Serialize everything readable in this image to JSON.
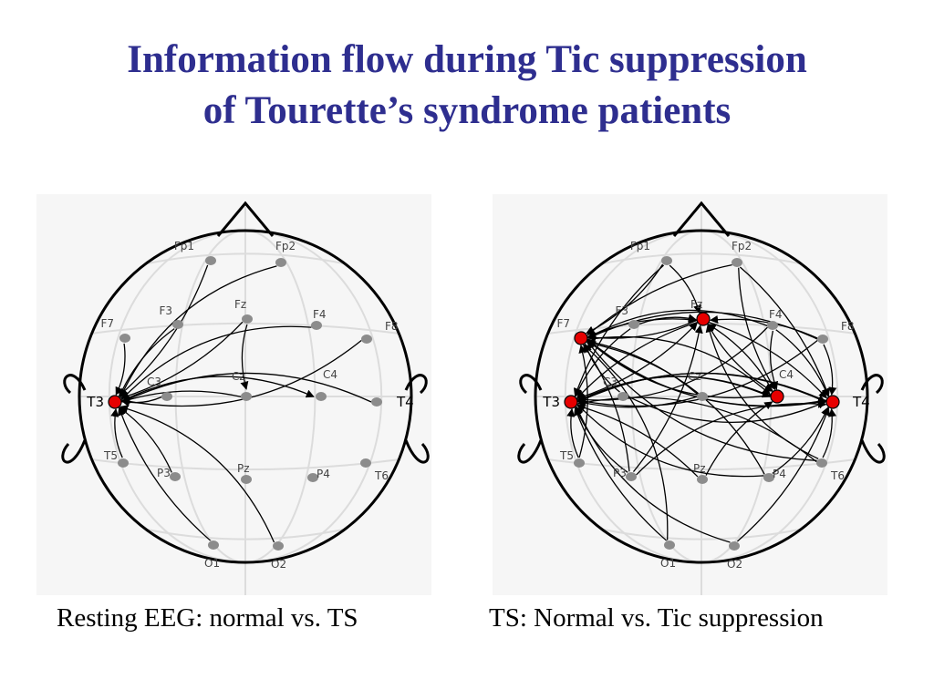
{
  "title": {
    "line1": "Information flow during Tic suppression",
    "line2": "of Tourette’s syndrome patients"
  },
  "colors": {
    "title": "#2e2e8f",
    "electrode": "#8c8c8c",
    "highlight": "#e60000",
    "arrow": "#000000",
    "grid": "#dcdcdc"
  },
  "diagrams": [
    {
      "caption": "Resting EEG: normal vs. TS",
      "electrodes": [
        {
          "label": "Fp1",
          "highlight": false
        },
        {
          "label": "Fp2",
          "highlight": false
        },
        {
          "label": "F7",
          "highlight": false
        },
        {
          "label": "F3",
          "highlight": false
        },
        {
          "label": "Fz",
          "highlight": false
        },
        {
          "label": "F4",
          "highlight": false
        },
        {
          "label": "F8",
          "highlight": false
        },
        {
          "label": "T3",
          "highlight": true
        },
        {
          "label": "C3",
          "highlight": false
        },
        {
          "label": "Cz",
          "highlight": false
        },
        {
          "label": "C4",
          "highlight": false
        },
        {
          "label": "T4",
          "highlight": false
        },
        {
          "label": "T5",
          "highlight": false
        },
        {
          "label": "P3",
          "highlight": false
        },
        {
          "label": "Pz",
          "highlight": false
        },
        {
          "label": "P4",
          "highlight": false
        },
        {
          "label": "T6",
          "highlight": false
        },
        {
          "label": "O1",
          "highlight": false
        },
        {
          "label": "O2",
          "highlight": false
        }
      ],
      "connections": [
        {
          "from": "Fp1",
          "to": "T3"
        },
        {
          "from": "Fp2",
          "to": "T3"
        },
        {
          "from": "F7",
          "to": "T3"
        },
        {
          "from": "F3",
          "to": "T3"
        },
        {
          "from": "Fz",
          "to": "T3"
        },
        {
          "from": "F4",
          "to": "T3"
        },
        {
          "from": "F8",
          "to": "T3"
        },
        {
          "from": "Fz",
          "to": "Cz"
        },
        {
          "from": "C3",
          "to": "T3"
        },
        {
          "from": "Cz",
          "to": "T3"
        },
        {
          "from": "T3",
          "to": "C4"
        },
        {
          "from": "T4",
          "to": "T3"
        },
        {
          "from": "T5",
          "to": "T3"
        },
        {
          "from": "P3",
          "to": "T3"
        },
        {
          "from": "O1",
          "to": "T3"
        },
        {
          "from": "O2",
          "to": "T3"
        }
      ]
    },
    {
      "caption": "TS: Normal  vs. Tic suppression",
      "electrodes": [
        {
          "label": "Fp1",
          "highlight": false
        },
        {
          "label": "Fp2",
          "highlight": false
        },
        {
          "label": "F7",
          "highlight": true
        },
        {
          "label": "F3",
          "highlight": false
        },
        {
          "label": "Fz",
          "highlight": true
        },
        {
          "label": "F4",
          "highlight": false
        },
        {
          "label": "F8",
          "highlight": false
        },
        {
          "label": "T3",
          "highlight": true
        },
        {
          "label": "C3",
          "highlight": false
        },
        {
          "label": "Cz",
          "highlight": false
        },
        {
          "label": "C4",
          "highlight": true
        },
        {
          "label": "T4",
          "highlight": true
        },
        {
          "label": "T5",
          "highlight": false
        },
        {
          "label": "P3",
          "highlight": false
        },
        {
          "label": "Pz",
          "highlight": false
        },
        {
          "label": "P4",
          "highlight": false
        },
        {
          "label": "T6",
          "highlight": false
        },
        {
          "label": "O1",
          "highlight": false
        },
        {
          "label": "O2",
          "highlight": false
        }
      ],
      "connections": [
        {
          "from": "Fp1",
          "to": "F7"
        },
        {
          "from": "Fp1",
          "to": "T3"
        },
        {
          "from": "Fp1",
          "to": "Fz"
        },
        {
          "from": "Fp2",
          "to": "F7"
        },
        {
          "from": "Fp2",
          "to": "T4"
        },
        {
          "from": "Fp2",
          "to": "C4"
        },
        {
          "from": "F3",
          "to": "Fz"
        },
        {
          "from": "F3",
          "to": "T3"
        },
        {
          "from": "Fz",
          "to": "F7"
        },
        {
          "from": "Fz",
          "to": "T3"
        },
        {
          "from": "Fz",
          "to": "T4"
        },
        {
          "from": "Fz",
          "to": "C4"
        },
        {
          "from": "F7",
          "to": "Fz"
        },
        {
          "from": "F7",
          "to": "T4"
        },
        {
          "from": "F7",
          "to": "C4"
        },
        {
          "from": "F4",
          "to": "F7"
        },
        {
          "from": "F4",
          "to": "T3"
        },
        {
          "from": "F4",
          "to": "C4"
        },
        {
          "from": "F4",
          "to": "T4"
        },
        {
          "from": "F8",
          "to": "F7"
        },
        {
          "from": "F8",
          "to": "T3"
        },
        {
          "from": "F8",
          "to": "Fz"
        },
        {
          "from": "F8",
          "to": "T4"
        },
        {
          "from": "C3",
          "to": "T4"
        },
        {
          "from": "C3",
          "to": "F7"
        },
        {
          "from": "Cz",
          "to": "F7"
        },
        {
          "from": "Cz",
          "to": "T3"
        },
        {
          "from": "C4",
          "to": "T3"
        },
        {
          "from": "C4",
          "to": "F7"
        },
        {
          "from": "C4",
          "to": "Fz"
        },
        {
          "from": "T3",
          "to": "T4"
        },
        {
          "from": "T4",
          "to": "T3"
        },
        {
          "from": "T4",
          "to": "F7"
        },
        {
          "from": "T3",
          "to": "Fz"
        },
        {
          "from": "T3",
          "to": "C4"
        },
        {
          "from": "T5",
          "to": "F7"
        },
        {
          "from": "T5",
          "to": "T3"
        },
        {
          "from": "P3",
          "to": "Fz"
        },
        {
          "from": "P3",
          "to": "T3"
        },
        {
          "from": "P3",
          "to": "F7"
        },
        {
          "from": "P3",
          "to": "T4"
        },
        {
          "from": "Pz",
          "to": "T3"
        },
        {
          "from": "Pz",
          "to": "C4"
        },
        {
          "from": "P4",
          "to": "F7"
        },
        {
          "from": "P4",
          "to": "T3"
        },
        {
          "from": "P4",
          "to": "T4"
        },
        {
          "from": "T6",
          "to": "F7"
        },
        {
          "from": "T6",
          "to": "T3"
        },
        {
          "from": "T6",
          "to": "Fz"
        },
        {
          "from": "T6",
          "to": "T4"
        },
        {
          "from": "O1",
          "to": "T3"
        },
        {
          "from": "O1",
          "to": "F7"
        },
        {
          "from": "O2",
          "to": "T3"
        },
        {
          "from": "O2",
          "to": "T4"
        }
      ]
    }
  ]
}
